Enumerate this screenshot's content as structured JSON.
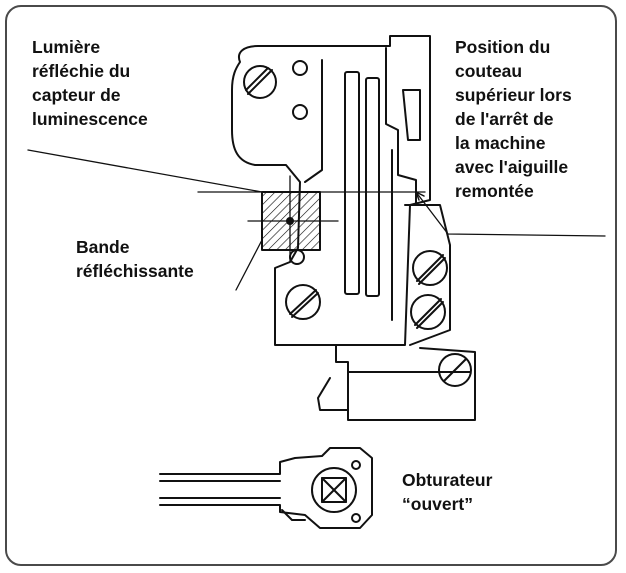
{
  "labels": {
    "reflected_light": "Lumière\nréfléchie du\ncapteur de\nluminescence",
    "knife_position": "Position du\ncouteau\nsupérieur lors\nde l'arrêt de\nla machine\navec l'aiguille\nremontée",
    "reflective_band": "Bande\nréfléchissante",
    "shutter_open": "Obturateur\n“ouvert”"
  },
  "colors": {
    "line": "#111111",
    "frame": "#4a4a4a",
    "background": "#ffffff"
  }
}
